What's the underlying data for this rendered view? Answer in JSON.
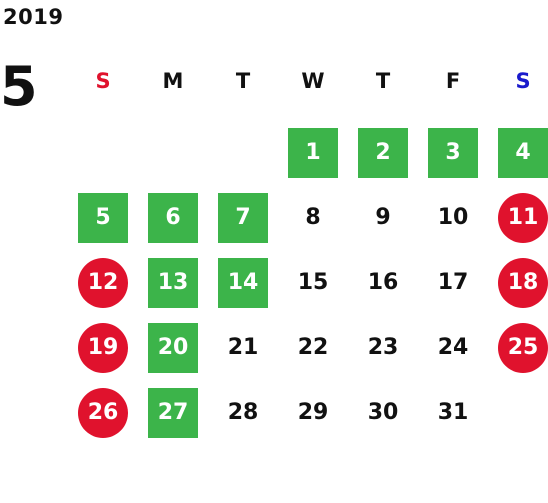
{
  "year": "2019",
  "month": "5",
  "colors": {
    "holiday_circle": "#e0122d",
    "highlight_square": "#3cb44a",
    "sunday_header": "#e0122d",
    "saturday_header": "#1a1acc",
    "text": "#111111"
  },
  "weekdays": [
    {
      "label": "S",
      "color": "#e0122d"
    },
    {
      "label": "M",
      "color": "#111111"
    },
    {
      "label": "T",
      "color": "#111111"
    },
    {
      "label": "W",
      "color": "#111111"
    },
    {
      "label": "T",
      "color": "#111111"
    },
    {
      "label": "F",
      "color": "#111111"
    },
    {
      "label": "S",
      "color": "#1a1acc"
    }
  ],
  "first_weekday_index": 3,
  "days": [
    {
      "d": "1",
      "style": "green"
    },
    {
      "d": "2",
      "style": "green"
    },
    {
      "d": "3",
      "style": "green"
    },
    {
      "d": "4",
      "style": "green"
    },
    {
      "d": "5",
      "style": "green"
    },
    {
      "d": "6",
      "style": "green"
    },
    {
      "d": "7",
      "style": "green"
    },
    {
      "d": "8",
      "style": "plain"
    },
    {
      "d": "9",
      "style": "plain"
    },
    {
      "d": "10",
      "style": "plain"
    },
    {
      "d": "11",
      "style": "red"
    },
    {
      "d": "12",
      "style": "red"
    },
    {
      "d": "13",
      "style": "green"
    },
    {
      "d": "14",
      "style": "green"
    },
    {
      "d": "15",
      "style": "plain"
    },
    {
      "d": "16",
      "style": "plain"
    },
    {
      "d": "17",
      "style": "plain"
    },
    {
      "d": "18",
      "style": "red"
    },
    {
      "d": "19",
      "style": "red"
    },
    {
      "d": "20",
      "style": "green"
    },
    {
      "d": "21",
      "style": "plain"
    },
    {
      "d": "22",
      "style": "plain"
    },
    {
      "d": "23",
      "style": "plain"
    },
    {
      "d": "24",
      "style": "plain"
    },
    {
      "d": "25",
      "style": "red"
    },
    {
      "d": "26",
      "style": "red"
    },
    {
      "d": "27",
      "style": "green"
    },
    {
      "d": "28",
      "style": "plain"
    },
    {
      "d": "29",
      "style": "plain"
    },
    {
      "d": "30",
      "style": "plain"
    },
    {
      "d": "31",
      "style": "plain"
    }
  ]
}
